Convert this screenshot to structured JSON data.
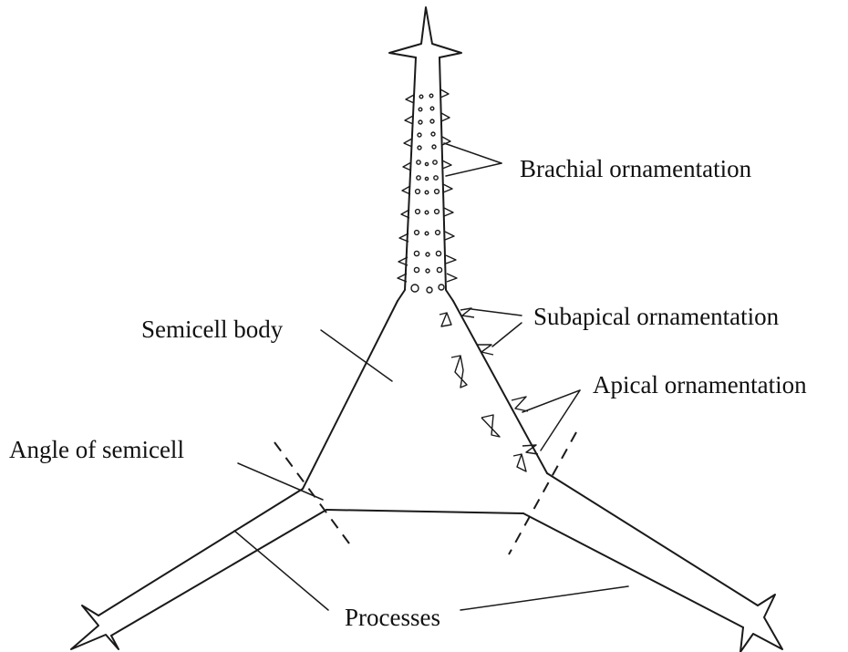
{
  "labels": {
    "brachial": "Brachial ornamentation",
    "subapical": "Subapical ornamentation",
    "apical": "Apical ornamentation",
    "semicell_body": "Semicell body",
    "angle": "Angle of semicell",
    "processes": "Processes"
  },
  "colors": {
    "ink": "#1a1a1a",
    "background": "#ffffff"
  }
}
